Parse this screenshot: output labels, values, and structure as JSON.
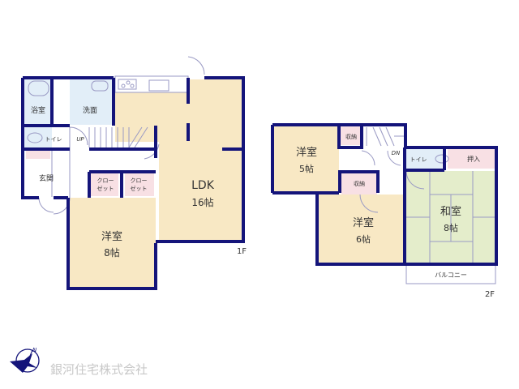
{
  "colors": {
    "wall": "#14147a",
    "room_beige": "#f8e8c4",
    "room_blue": "#e2eef8",
    "room_pink": "#f8e0e4",
    "room_green": "#e4edcb",
    "thin_line": "#9a9ac4",
    "logo_text": "#c8c8c8"
  },
  "floor1": {
    "label": "1F",
    "rooms": {
      "bath": "浴室",
      "washroom": "洗面",
      "toilet": "トイレ",
      "entrance": "玄関",
      "closet1_line1": "クロー",
      "closet1_line2": "ゼット",
      "closet2_line1": "クロー",
      "closet2_line2": "ゼット",
      "ldk_name": "LDK",
      "ldk_size": "16帖",
      "western_name": "洋室",
      "western_size": "8帖"
    },
    "stairs_label": "UP"
  },
  "floor2": {
    "label": "2F",
    "rooms": {
      "western5_name": "洋室",
      "western5_size": "5帖",
      "storage1": "収納",
      "storage2": "収納",
      "toilet": "トイレ",
      "oshiire": "押入",
      "western6_name": "洋室",
      "western6_size": "6帖",
      "japanese_name": "和室",
      "japanese_size": "8帖",
      "balcony": "バルコニー"
    },
    "stairs_label": "DN"
  },
  "footer": {
    "company": "銀河住宅株式会社",
    "compass": "N"
  }
}
